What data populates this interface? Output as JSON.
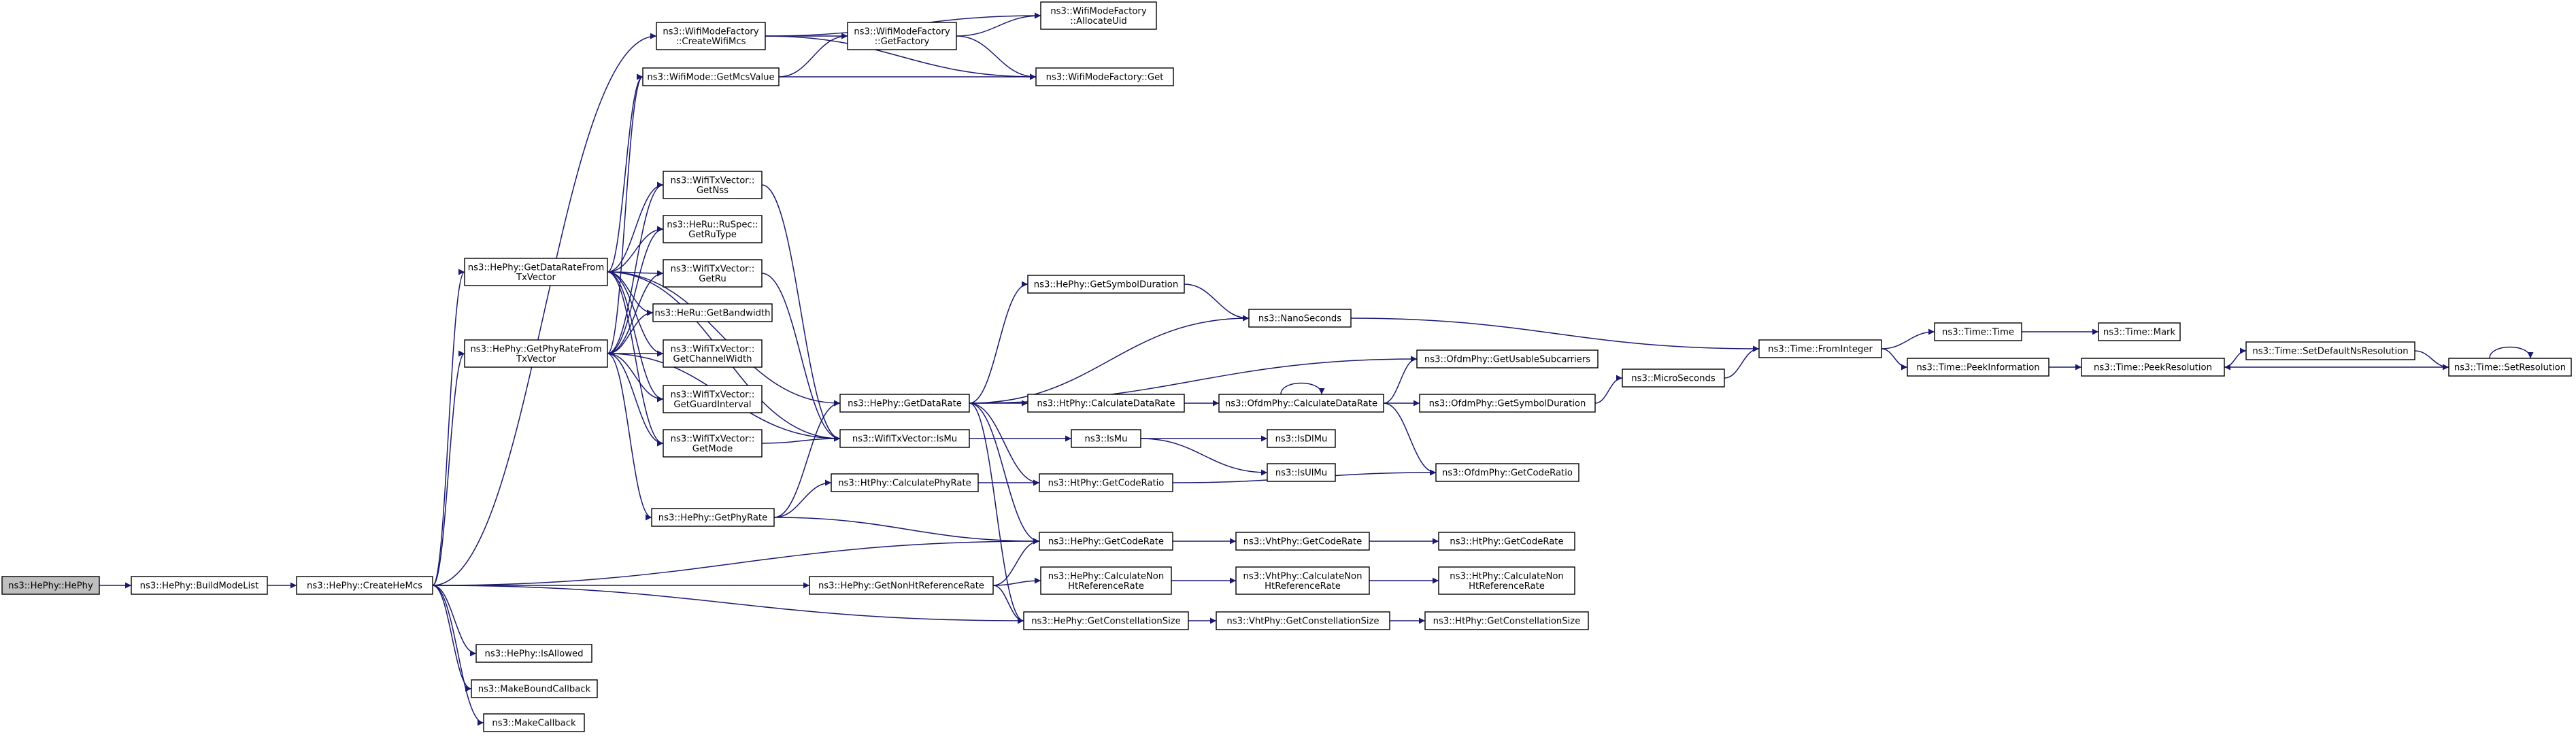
{
  "graph": {
    "colors": {
      "edge": "#191970",
      "node_fill": "#ffffff",
      "root_fill": "#bfbfbf",
      "border": "#000000"
    },
    "nodes": [
      {
        "id": "hephy",
        "lines": [
          "ns3::HePhy::HePhy"
        ],
        "root": true
      },
      {
        "id": "buildmodelist",
        "lines": [
          "ns3::HePhy::BuildModeList"
        ]
      },
      {
        "id": "createhemcs",
        "lines": [
          "ns3::HePhy::CreateHeMcs"
        ]
      },
      {
        "id": "getdataratefromtxvector",
        "lines": [
          "ns3::HePhy::GetDataRateFrom",
          "TxVector"
        ]
      },
      {
        "id": "getphyratefromtxvector",
        "lines": [
          "ns3::HePhy::GetPhyRateFrom",
          "TxVector"
        ]
      },
      {
        "id": "wifimodefactory-createwifimcs",
        "lines": [
          "ns3::WifiModeFactory",
          "::CreateWifiMcs"
        ]
      },
      {
        "id": "wifimode-getmcsvalue",
        "lines": [
          "ns3::WifiMode::GetMcsValue"
        ]
      },
      {
        "id": "wifimodefactory-getfactory",
        "lines": [
          "ns3::WifiModeFactory",
          "::GetFactory"
        ]
      },
      {
        "id": "wifimodefactory-allocateuid",
        "lines": [
          "ns3::WifiModeFactory",
          "::AllocateUid"
        ]
      },
      {
        "id": "wifimodefactory-get",
        "lines": [
          "ns3::WifiModeFactory::Get"
        ]
      },
      {
        "id": "wifitxvector-getnss",
        "lines": [
          "ns3::WifiTxVector::",
          "GetNss"
        ]
      },
      {
        "id": "heru-ruspec-getrutype",
        "lines": [
          "ns3::HeRu::RuSpec::",
          "GetRuType"
        ]
      },
      {
        "id": "wifitxvector-getru",
        "lines": [
          "ns3::WifiTxVector::",
          "GetRu"
        ]
      },
      {
        "id": "heru-getbandwidth",
        "lines": [
          "ns3::HeRu::GetBandwidth"
        ]
      },
      {
        "id": "wifitxvector-getchannelwidth",
        "lines": [
          "ns3::WifiTxVector::",
          "GetChannelWidth"
        ]
      },
      {
        "id": "wifitxvector-getguardinterval",
        "lines": [
          "ns3::WifiTxVector::",
          "GetGuardInterval"
        ]
      },
      {
        "id": "wifitxvector-getmode",
        "lines": [
          "ns3::WifiTxVector::",
          "GetMode"
        ]
      },
      {
        "id": "hephy-getdatarate",
        "lines": [
          "ns3::HePhy::GetDataRate"
        ]
      },
      {
        "id": "wifitxvector-ismu",
        "lines": [
          "ns3::WifiTxVector::IsMu"
        ]
      },
      {
        "id": "hephy-getphyrate",
        "lines": [
          "ns3::HePhy::GetPhyRate"
        ]
      },
      {
        "id": "htphy-calculatephyrate",
        "lines": [
          "ns3::HtPhy::CalculatePhyRate"
        ]
      },
      {
        "id": "hephy-getnonhtreferencerate",
        "lines": [
          "ns3::HePhy::GetNonHtReferenceRate"
        ]
      },
      {
        "id": "hephy-isallowed",
        "lines": [
          "ns3::HePhy::IsAllowed"
        ]
      },
      {
        "id": "makeboundcallback",
        "lines": [
          "ns3::MakeBoundCallback"
        ]
      },
      {
        "id": "makecallback",
        "lines": [
          "ns3::MakeCallback"
        ]
      },
      {
        "id": "hephy-getsymbolduration",
        "lines": [
          "ns3::HePhy::GetSymbolDuration"
        ]
      },
      {
        "id": "nanoseconds",
        "lines": [
          "ns3::NanoSeconds"
        ]
      },
      {
        "id": "htphy-calculatedatarate",
        "lines": [
          "ns3::HtPhy::CalculateDataRate"
        ]
      },
      {
        "id": "ismu",
        "lines": [
          "ns3::IsMu"
        ]
      },
      {
        "id": "htphy-getcoderatio",
        "lines": [
          "ns3::HtPhy::GetCodeRatio"
        ]
      },
      {
        "id": "hephy-getcoderate",
        "lines": [
          "ns3::HePhy::GetCodeRate"
        ]
      },
      {
        "id": "hephy-calculatenonhtreferencerate",
        "lines": [
          "ns3::HePhy::CalculateNon",
          "HtReferenceRate"
        ]
      },
      {
        "id": "hephy-getconstellationsize",
        "lines": [
          "ns3::HePhy::GetConstellationSize"
        ]
      },
      {
        "id": "ofdmphy-calculatedatarate",
        "lines": [
          "ns3::OfdmPhy::CalculateDataRate"
        ]
      },
      {
        "id": "isdlmu",
        "lines": [
          "ns3::IsDlMu"
        ]
      },
      {
        "id": "isulmu",
        "lines": [
          "ns3::IsUlMu"
        ]
      },
      {
        "id": "vhtphy-getcoderate",
        "lines": [
          "ns3::VhtPhy::GetCodeRate"
        ]
      },
      {
        "id": "vhtphy-calculatenonhtreferencerate",
        "lines": [
          "ns3::VhtPhy::CalculateNon",
          "HtReferenceRate"
        ]
      },
      {
        "id": "vhtphy-getconstellationsize",
        "lines": [
          "ns3::VhtPhy::GetConstellationSize"
        ]
      },
      {
        "id": "ofdmphy-getusablesubcarriers",
        "lines": [
          "ns3::OfdmPhy::GetUsableSubcarriers"
        ]
      },
      {
        "id": "ofdmphy-getsymbolduration",
        "lines": [
          "ns3::OfdmPhy::GetSymbolDuration"
        ]
      },
      {
        "id": "ofdmphy-getcoderatio",
        "lines": [
          "ns3::OfdmPhy::GetCodeRatio"
        ]
      },
      {
        "id": "htphy-getcoderate",
        "lines": [
          "ns3::HtPhy::GetCodeRate"
        ]
      },
      {
        "id": "htphy-calculatenonhtreferencerate",
        "lines": [
          "ns3::HtPhy::CalculateNon",
          "HtReferenceRate"
        ]
      },
      {
        "id": "htphy-getconstellationsize",
        "lines": [
          "ns3::HtPhy::GetConstellationSize"
        ]
      },
      {
        "id": "microseconds",
        "lines": [
          "ns3::MicroSeconds"
        ]
      },
      {
        "id": "time-frominteger",
        "lines": [
          "ns3::Time::FromInteger"
        ]
      },
      {
        "id": "time-time",
        "lines": [
          "ns3::Time::Time"
        ]
      },
      {
        "id": "time-peekinformation",
        "lines": [
          "ns3::Time::PeekInformation"
        ]
      },
      {
        "id": "time-mark",
        "lines": [
          "ns3::Time::Mark"
        ]
      },
      {
        "id": "time-peekresolution",
        "lines": [
          "ns3::Time::PeekResolution"
        ]
      },
      {
        "id": "time-setdefaultnsresolution",
        "lines": [
          "ns3::Time::SetDefaultNsResolution"
        ]
      },
      {
        "id": "time-setresolution",
        "lines": [
          "ns3::Time::SetResolution"
        ]
      }
    ],
    "edges": [
      [
        "hephy",
        "buildmodelist"
      ],
      [
        "buildmodelist",
        "createhemcs"
      ],
      [
        "createhemcs",
        "wifimodefactory-createwifimcs"
      ],
      [
        "createhemcs",
        "getdataratefromtxvector"
      ],
      [
        "createhemcs",
        "getphyratefromtxvector"
      ],
      [
        "createhemcs",
        "hephy-getcoderate"
      ],
      [
        "createhemcs",
        "hephy-getnonhtreferencerate"
      ],
      [
        "createhemcs",
        "hephy-getconstellationsize"
      ],
      [
        "createhemcs",
        "hephy-isallowed"
      ],
      [
        "createhemcs",
        "makeboundcallback"
      ],
      [
        "createhemcs",
        "makecallback"
      ],
      [
        "wifimodefactory-createwifimcs",
        "wifimodefactory-allocateuid"
      ],
      [
        "wifimodefactory-createwifimcs",
        "wifimodefactory-getfactory"
      ],
      [
        "wifimodefactory-createwifimcs",
        "wifimodefactory-get"
      ],
      [
        "wifimodefactory-getfactory",
        "wifimodefactory-allocateuid"
      ],
      [
        "wifimodefactory-getfactory",
        "wifimodefactory-get"
      ],
      [
        "wifimode-getmcsvalue",
        "wifimodefactory-getfactory"
      ],
      [
        "wifimode-getmcsvalue",
        "wifimodefactory-get"
      ],
      [
        "getdataratefromtxvector",
        "wifimode-getmcsvalue"
      ],
      [
        "getdataratefromtxvector",
        "hephy-getdatarate"
      ],
      [
        "getdataratefromtxvector",
        "wifitxvector-getnss"
      ],
      [
        "getdataratefromtxvector",
        "heru-ruspec-getrutype"
      ],
      [
        "getdataratefromtxvector",
        "wifitxvector-getru"
      ],
      [
        "getdataratefromtxvector",
        "heru-getbandwidth"
      ],
      [
        "getdataratefromtxvector",
        "wifitxvector-getchannelwidth"
      ],
      [
        "getdataratefromtxvector",
        "wifitxvector-getguardinterval"
      ],
      [
        "getdataratefromtxvector",
        "wifitxvector-getmode"
      ],
      [
        "getdataratefromtxvector",
        "wifitxvector-ismu"
      ],
      [
        "getphyratefromtxvector",
        "wifimode-getmcsvalue"
      ],
      [
        "getphyratefromtxvector",
        "wifitxvector-getnss"
      ],
      [
        "getphyratefromtxvector",
        "heru-ruspec-getrutype"
      ],
      [
        "getphyratefromtxvector",
        "wifitxvector-getru"
      ],
      [
        "getphyratefromtxvector",
        "heru-getbandwidth"
      ],
      [
        "getphyratefromtxvector",
        "wifitxvector-getchannelwidth"
      ],
      [
        "getphyratefromtxvector",
        "wifitxvector-getguardinterval"
      ],
      [
        "getphyratefromtxvector",
        "wifitxvector-getmode"
      ],
      [
        "getphyratefromtxvector",
        "wifitxvector-ismu"
      ],
      [
        "getphyratefromtxvector",
        "hephy-getphyrate"
      ],
      [
        "wifitxvector-getnss",
        "wifitxvector-ismu"
      ],
      [
        "wifitxvector-getru",
        "wifitxvector-ismu"
      ],
      [
        "wifitxvector-getmode",
        "wifitxvector-ismu"
      ],
      [
        "hephy-getphyrate",
        "hephy-getdatarate"
      ],
      [
        "hephy-getphyrate",
        "htphy-calculatephyrate"
      ],
      [
        "hephy-getphyrate",
        "hephy-getcoderate"
      ],
      [
        "htphy-calculatephyrate",
        "htphy-getcoderatio"
      ],
      [
        "hephy-getnonhtreferencerate",
        "hephy-getcoderate"
      ],
      [
        "hephy-getnonhtreferencerate",
        "hephy-calculatenonhtreferencerate"
      ],
      [
        "hephy-getnonhtreferencerate",
        "hephy-getconstellationsize"
      ],
      [
        "hephy-getdatarate",
        "hephy-getsymbolduration"
      ],
      [
        "hephy-getdatarate",
        "nanoseconds"
      ],
      [
        "hephy-getdatarate",
        "ofdmphy-getusablesubcarriers"
      ],
      [
        "hephy-getdatarate",
        "htphy-calculatedatarate"
      ],
      [
        "hephy-getdatarate",
        "htphy-getcoderatio"
      ],
      [
        "hephy-getdatarate",
        "hephy-getcoderate"
      ],
      [
        "hephy-getdatarate",
        "hephy-getconstellationsize"
      ],
      [
        "hephy-getsymbolduration",
        "nanoseconds"
      ],
      [
        "wifitxvector-ismu",
        "ismu"
      ],
      [
        "ismu",
        "isdlmu"
      ],
      [
        "ismu",
        "isulmu"
      ],
      [
        "htphy-calculatedatarate",
        "ofdmphy-calculatedatarate"
      ],
      [
        "ofdmphy-calculatedatarate",
        "ofdmphy-calculatedatarate"
      ],
      [
        "ofdmphy-calculatedatarate",
        "ofdmphy-getusablesubcarriers"
      ],
      [
        "ofdmphy-calculatedatarate",
        "ofdmphy-getsymbolduration"
      ],
      [
        "ofdmphy-calculatedatarate",
        "ofdmphy-getcoderatio"
      ],
      [
        "htphy-getcoderatio",
        "ofdmphy-getcoderatio"
      ],
      [
        "hephy-getcoderate",
        "vhtphy-getcoderate"
      ],
      [
        "vhtphy-getcoderate",
        "htphy-getcoderate"
      ],
      [
        "hephy-calculatenonhtreferencerate",
        "vhtphy-calculatenonhtreferencerate"
      ],
      [
        "vhtphy-calculatenonhtreferencerate",
        "htphy-calculatenonhtreferencerate"
      ],
      [
        "hephy-getconstellationsize",
        "vhtphy-getconstellationsize"
      ],
      [
        "vhtphy-getconstellationsize",
        "htphy-getconstellationsize"
      ],
      [
        "ofdmphy-getsymbolduration",
        "microseconds"
      ],
      [
        "microseconds",
        "time-frominteger"
      ],
      [
        "nanoseconds",
        "time-frominteger"
      ],
      [
        "time-frominteger",
        "time-time"
      ],
      [
        "time-frominteger",
        "time-peekinformation"
      ],
      [
        "time-time",
        "time-mark"
      ],
      [
        "time-peekinformation",
        "time-peekresolution"
      ],
      [
        "time-peekresolution",
        "time-setdefaultnsresolution"
      ],
      [
        "time-setdefaultnsresolution",
        "time-setresolution"
      ],
      [
        "time-setresolution",
        "time-peekresolution"
      ],
      [
        "time-setresolution",
        "time-setresolution"
      ]
    ]
  }
}
